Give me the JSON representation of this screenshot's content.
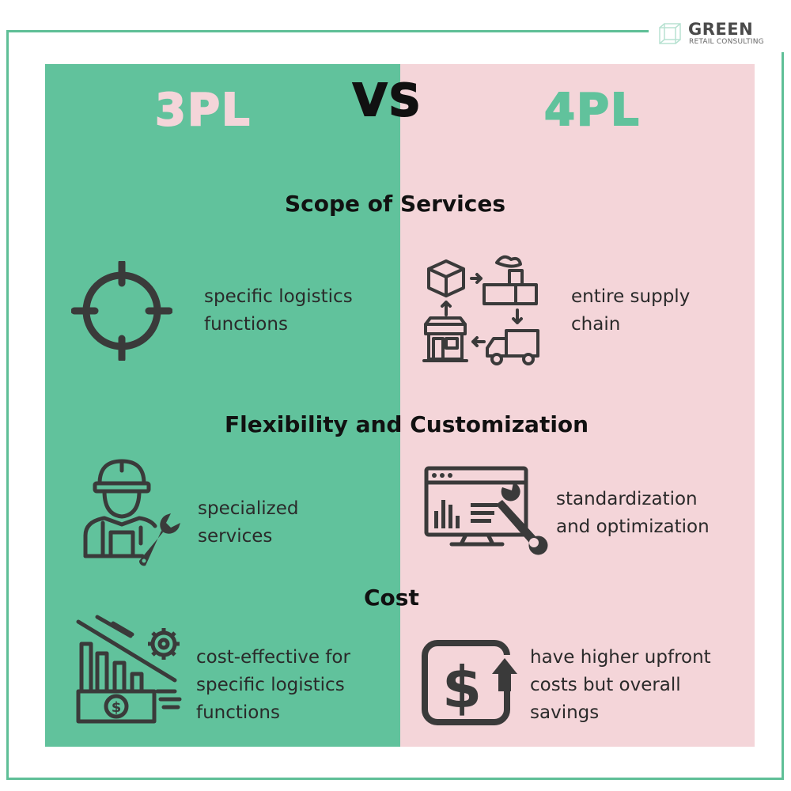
{
  "brand": {
    "name": "GREEN",
    "subtitle": "RETAIL CONSULTING"
  },
  "titles": {
    "left": "3PL",
    "vs": "VS",
    "right": "4PL"
  },
  "colors": {
    "green": "#61c29c",
    "pink": "#f4d5d9",
    "frame": "#5fbf97",
    "icon": "#3a3a3a"
  },
  "sections": [
    {
      "heading": "Scope of Services",
      "left": {
        "lines": [
          "specific logistics",
          "functions"
        ],
        "icon": "target-crosshair-icon"
      },
      "right": {
        "lines": [
          "entire supply",
          "chain"
        ],
        "icon": "supply-chain-cycle-icon"
      }
    },
    {
      "heading": "Flexibility and Customization",
      "left": {
        "lines": [
          "specialized",
          "services"
        ],
        "icon": "worker-with-wrench-icon"
      },
      "right": {
        "lines": [
          "standardization",
          "and optimization"
        ],
        "icon": "monitor-analytics-wrench-icon"
      }
    },
    {
      "heading": "Cost",
      "left": {
        "lines": [
          "cost-effective for",
          "specific logistics",
          "functions"
        ],
        "icon": "cost-reduction-icon"
      },
      "right": {
        "lines": [
          "have higher upfront",
          "costs but overall",
          "savings"
        ],
        "icon": "dollar-arrow-up-icon"
      }
    }
  ]
}
